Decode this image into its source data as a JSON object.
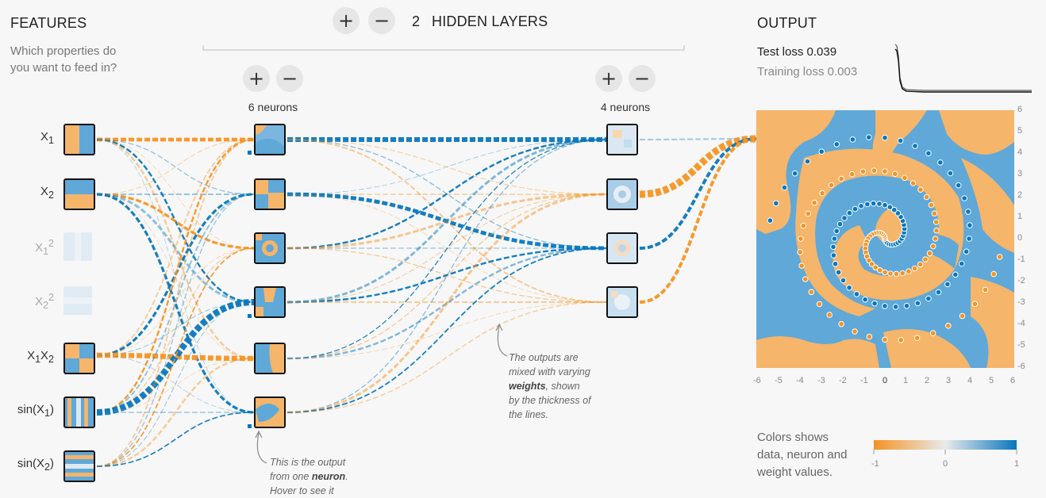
{
  "features": {
    "title": "FEATURES",
    "subtitle_line1": "Which properties do",
    "subtitle_line2": "you want to feed in?",
    "items": [
      {
        "label": "X",
        "sub": "1",
        "sup": "",
        "active": true
      },
      {
        "label": "X",
        "sub": "2",
        "sup": "",
        "active": true
      },
      {
        "label": "X",
        "sub": "1",
        "sup": "2",
        "active": false
      },
      {
        "label": "X",
        "sub": "2",
        "sup": "2",
        "active": false
      },
      {
        "label": "X",
        "sub": "1",
        "label2": "X",
        "sub2": "2",
        "active": true
      },
      {
        "label": "sin(X",
        "sub": "1",
        "tail": ")",
        "active": true
      },
      {
        "label": "sin(X",
        "sub": "2",
        "tail": ")",
        "active": true
      }
    ]
  },
  "network": {
    "add_layer_symbol": "+",
    "remove_layer_symbol": "−",
    "layer_count": "2",
    "layers_label": "HIDDEN LAYERS",
    "layer1": {
      "neurons_label": "6 neurons",
      "add_symbol": "+",
      "remove_symbol": "−"
    },
    "layer2": {
      "neurons_label": "4 neurons",
      "add_symbol": "+",
      "remove_symbol": "−"
    }
  },
  "annotations": {
    "weights_note": {
      "line1": "The outputs are",
      "line2": "mixed with varying",
      "bold": "weights",
      "line3_tail": ", shown",
      "line4": "by the thickness of",
      "line5": "the lines."
    },
    "neuron_note": {
      "line1": "This is the output",
      "line2_head": "from one ",
      "bold": "neuron",
      "line2_tail": ".",
      "line3": "Hover to see it"
    }
  },
  "output": {
    "title": "OUTPUT",
    "test_loss_label": "Test loss 0.039",
    "training_loss_label": "Training loss 0.003",
    "y_ticks": [
      "6",
      "5",
      "4",
      "3",
      "2",
      "1",
      "0",
      "-1",
      "-2",
      "-3",
      "-4",
      "-5",
      "-6"
    ],
    "x_ticks": [
      "-6",
      "-5",
      "-4",
      "-3",
      "-2",
      "-1",
      "0",
      "1",
      "2",
      "3",
      "4",
      "5",
      "6"
    ],
    "x_range": [
      -6,
      6
    ],
    "y_range": [
      -6,
      6
    ]
  },
  "legend": {
    "line1": "Colors shows",
    "line2": "data, neuron and",
    "line3": "weight values.",
    "min_label": "-1",
    "mid_label": "0",
    "max_label": "1"
  },
  "colors": {
    "orange": "#f59322",
    "blue": "#0877bd",
    "light_orange": "#f5b56a",
    "light_blue": "#5fa8d8",
    "background": "#f7f7f7"
  }
}
